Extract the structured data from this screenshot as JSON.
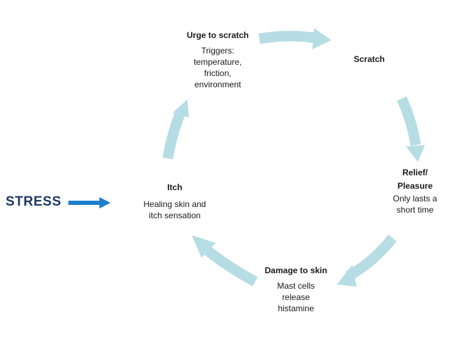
{
  "colors": {
    "cycle_arrow": "#b6dde3",
    "stress_arrow": "#1f7fcf",
    "stress_text": "#1f3864"
  },
  "stress": {
    "label": "STRESS"
  },
  "cycle": {
    "urge": {
      "title": "Urge to scratch",
      "lines": [
        "Triggers:",
        "temperature,",
        "friction,",
        "environment"
      ]
    },
    "scratch": {
      "title": "Scratch"
    },
    "relief": {
      "title_lines": [
        "Relief/",
        "Pleasure"
      ],
      "lines": [
        "Only lasts a",
        "short time"
      ]
    },
    "damage": {
      "title": "Damage to skin",
      "lines": [
        "Mast cells",
        "release",
        "histamine"
      ]
    },
    "itch": {
      "title": "Itch",
      "lines": [
        "Healing skin and",
        "itch sensation"
      ]
    }
  }
}
